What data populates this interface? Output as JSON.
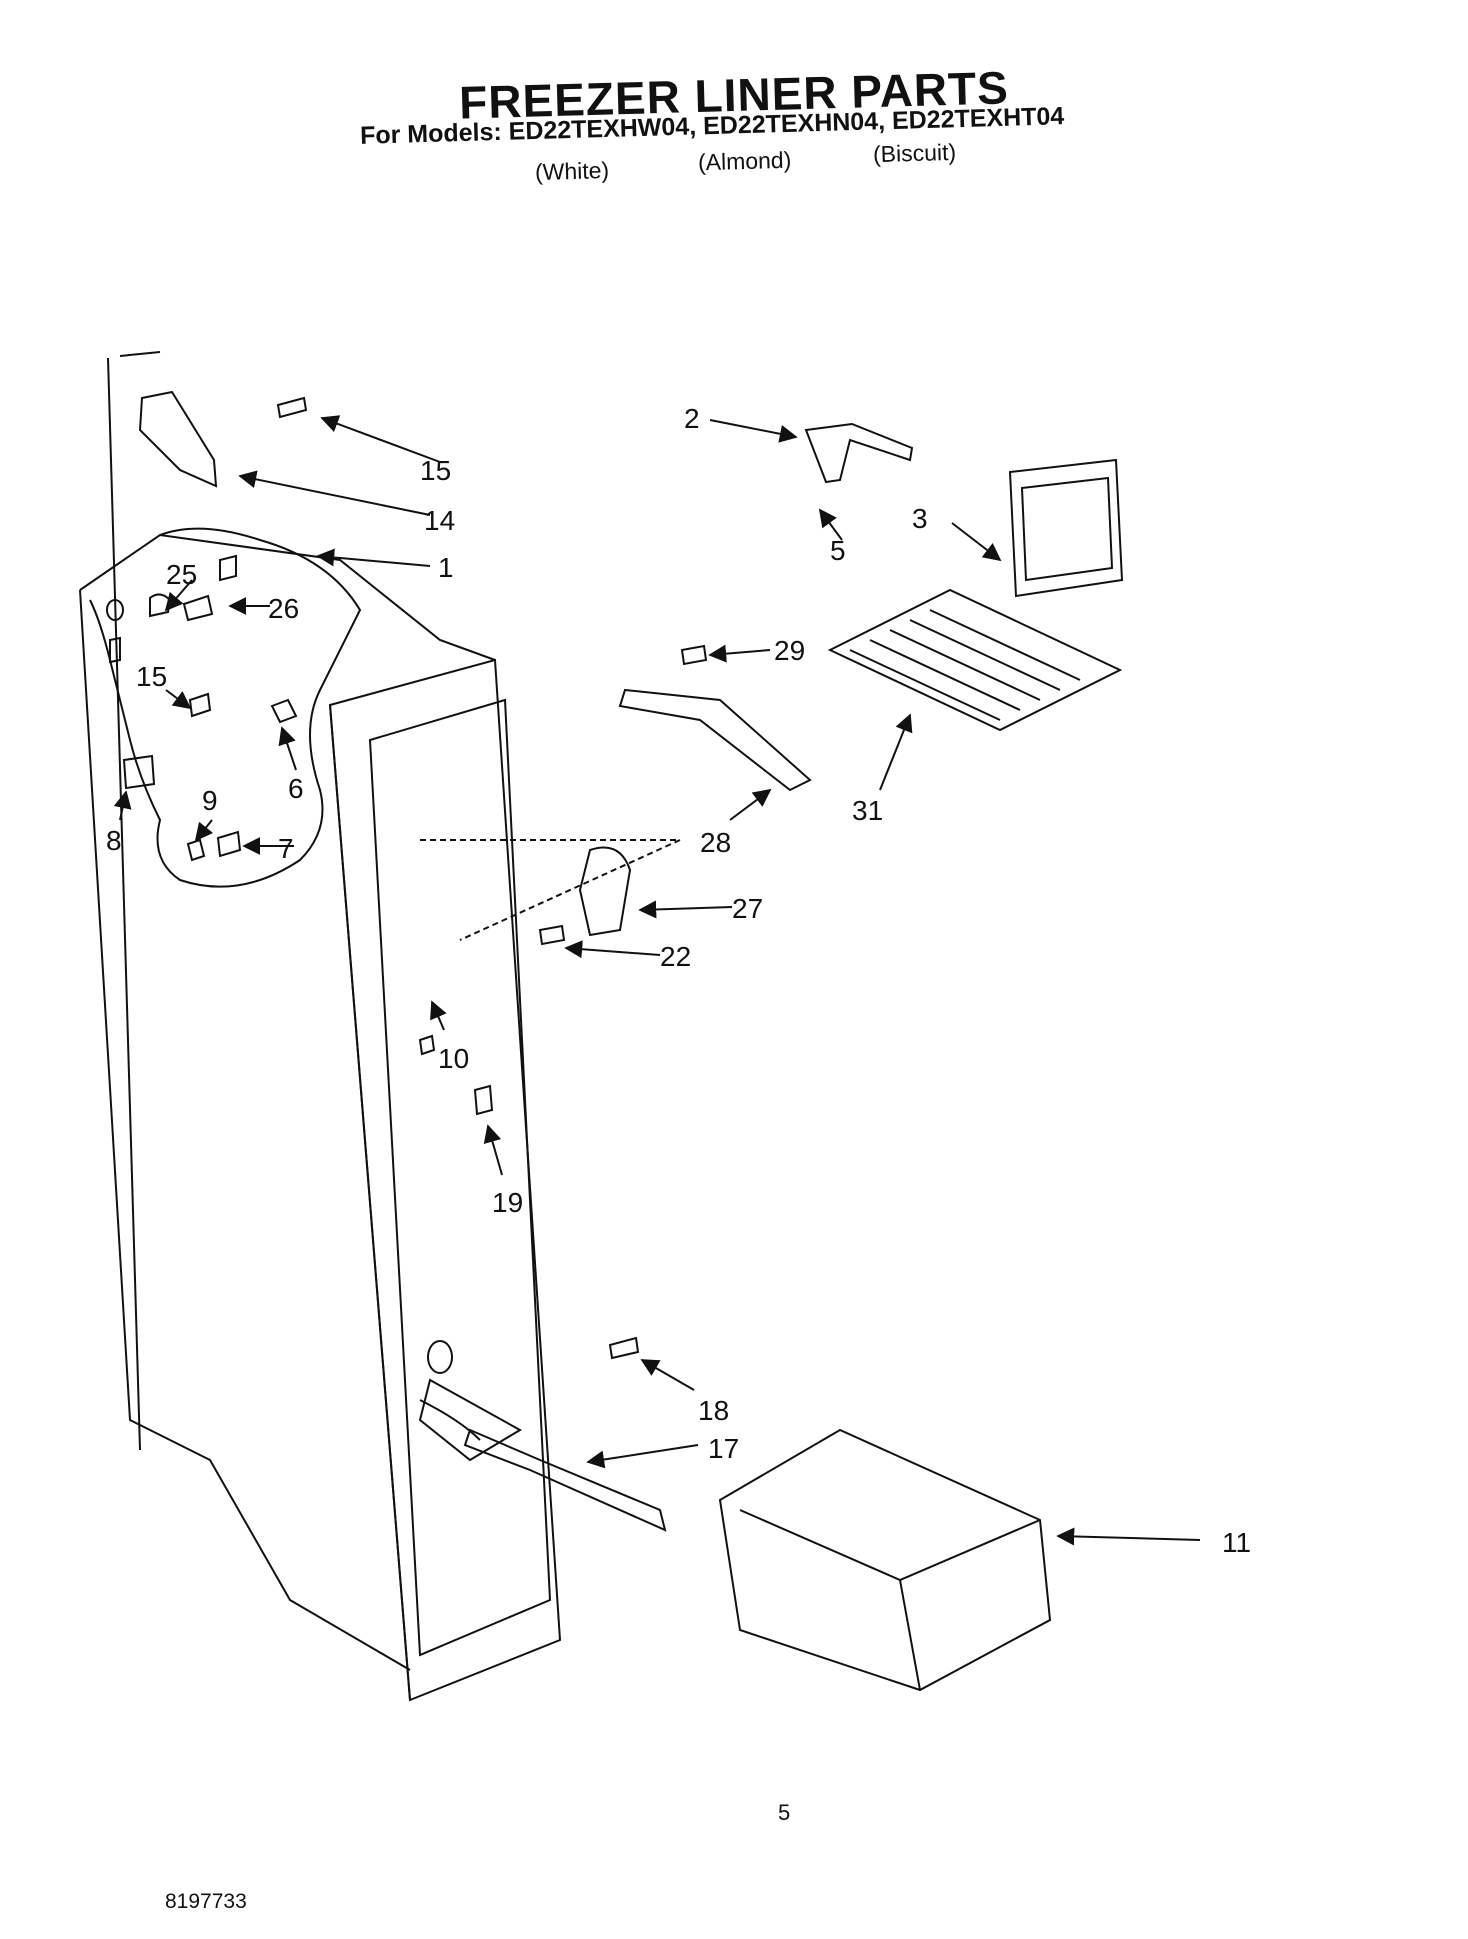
{
  "header": {
    "title": "FREEZER LINER PARTS",
    "models_line": "For Models: ED22TEXHW04, ED22TEXHN04, ED22TEXHT04",
    "colors": [
      "(White)",
      "(Almond)",
      "(Biscuit)"
    ]
  },
  "callouts": [
    "1",
    "2",
    "3",
    "5",
    "6",
    "7",
    "8",
    "9",
    "10",
    "11",
    "14",
    "15",
    "15",
    "17",
    "18",
    "19",
    "22",
    "25",
    "26",
    "27",
    "28",
    "29",
    "31"
  ],
  "footer": {
    "page_number": "5",
    "doc_number": "8197733"
  }
}
